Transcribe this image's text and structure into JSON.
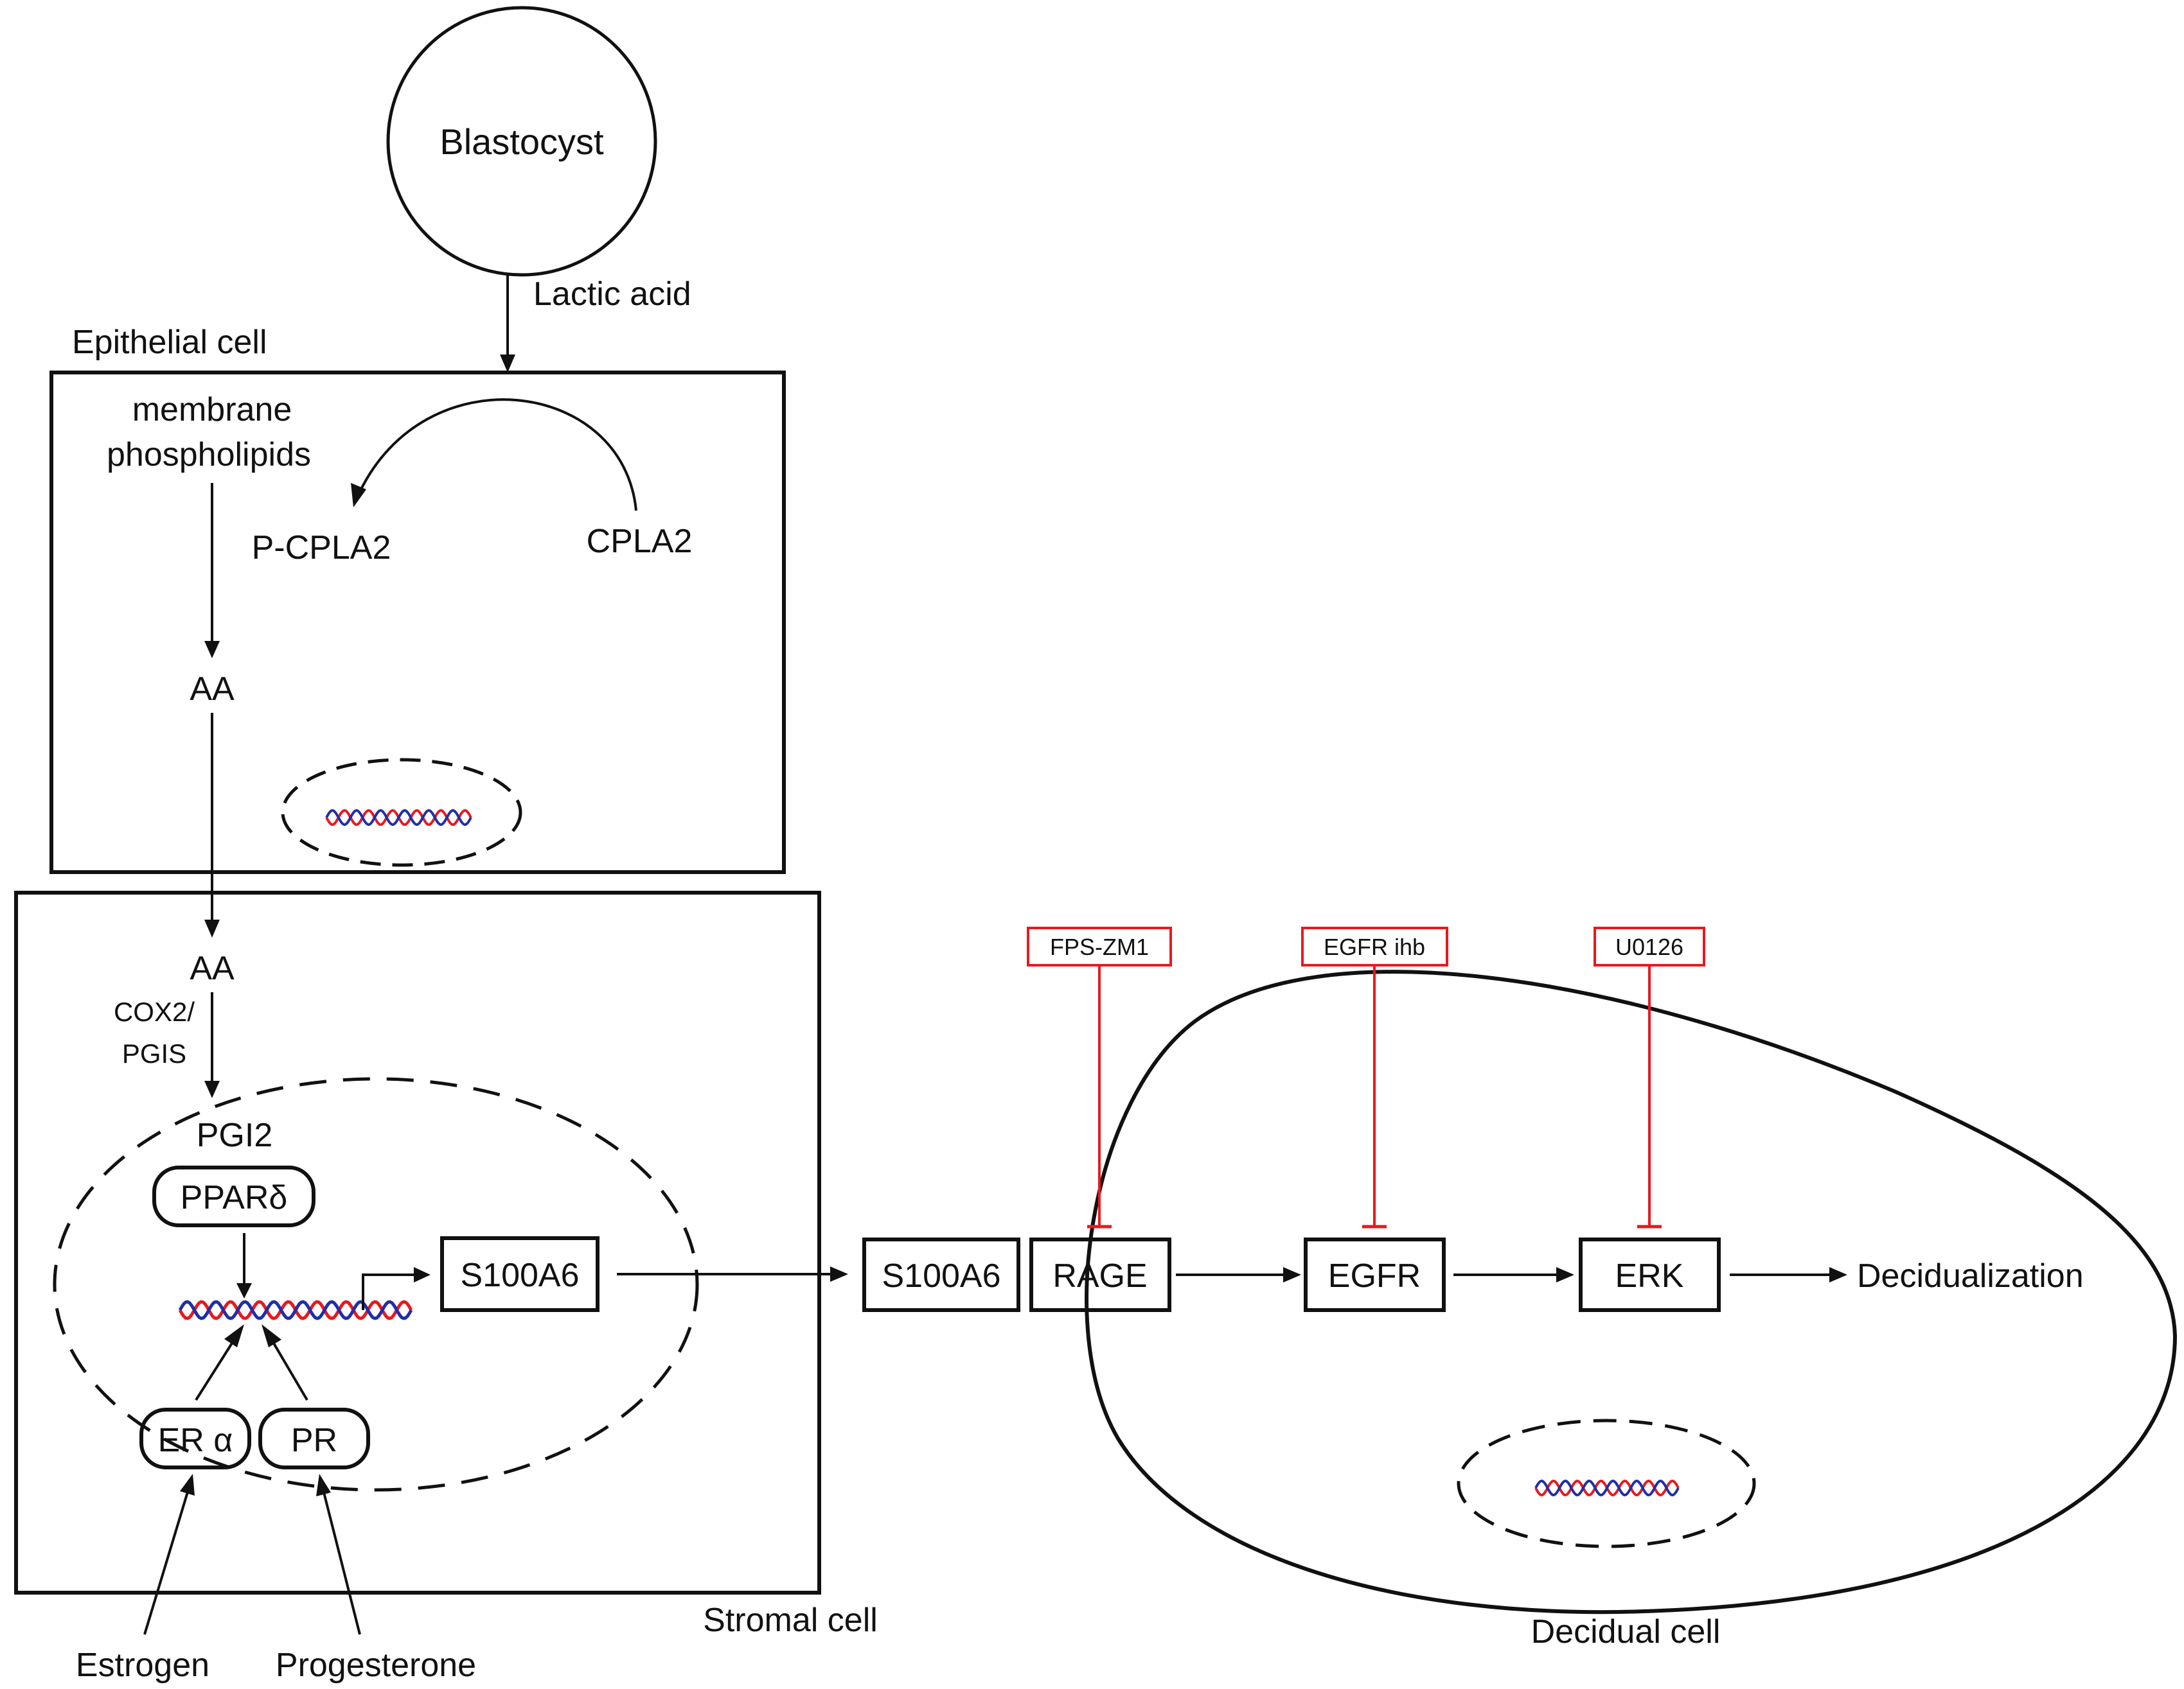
{
  "labels": {
    "blastocyst": "Blastocyst",
    "lactic_acid": "Lactic acid",
    "epithelial_cell": "Epithelial cell",
    "membrane": "membrane",
    "phospholipids": "phospholipids",
    "p_cpla2": "P-CPLA2",
    "cpla2": "CPLA2",
    "aa_epithelial": "AA",
    "aa_stromal": "AA",
    "cox2": "COX2/",
    "pgis": "PGIS",
    "pgi2": "PGI2",
    "ppar": "PPARδ",
    "s100a6_inner": "S100A6",
    "er_alpha": "ER α",
    "pr": "PR",
    "estrogen": "Estrogen",
    "progesterone": "Progesterone",
    "stromal_cell": "Stromal cell",
    "s100a6_outer": "S100A6",
    "rage": "RAGE",
    "egfr": "EGFR",
    "erk": "ERK",
    "decidualization": "Decidualization",
    "decidual_cell": "Decidual cell"
  },
  "inhibitors": {
    "fps_zm1": "FPS-ZM1",
    "egfr_ihb": "EGFR ihb",
    "u0126": "U0126"
  },
  "colors": {
    "line": "#111111",
    "inhibitor": "#e8191e",
    "dna_red": "#e8191e",
    "dna_blue": "#1f2fa8"
  }
}
